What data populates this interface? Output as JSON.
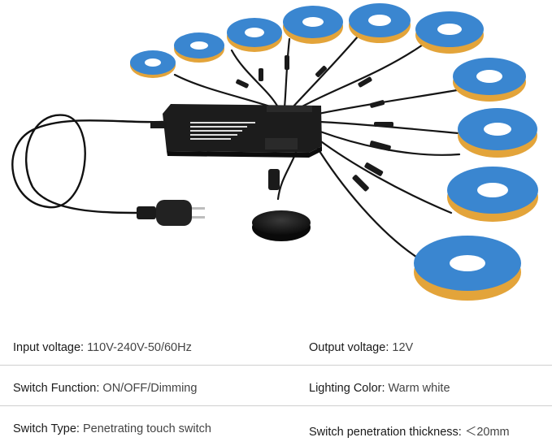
{
  "image": {
    "description_icon": "led-strip-kit-photo",
    "strip_count": 10,
    "colors": {
      "strip_blue": "#3a86d0",
      "strip_gold": "#e3a43a",
      "cable": "#151515",
      "hub": "#1c1c1c"
    }
  },
  "specs": {
    "input_voltage": {
      "label": "Input voltage:",
      "value": "110V-240V-50/60Hz"
    },
    "output_voltage": {
      "label": "Output voltage:",
      "value": "12V"
    },
    "switch_function": {
      "label": "Switch Function:",
      "value": "ON/OFF/Dimming"
    },
    "lighting_color": {
      "label": "Lighting Color:",
      "value": "Warm white"
    },
    "switch_type": {
      "label": "Switch Type:",
      "value": "Penetrating touch switch"
    },
    "switch_thickness": {
      "label": "Switch penetration thickness:",
      "value": "＜20mm"
    }
  }
}
